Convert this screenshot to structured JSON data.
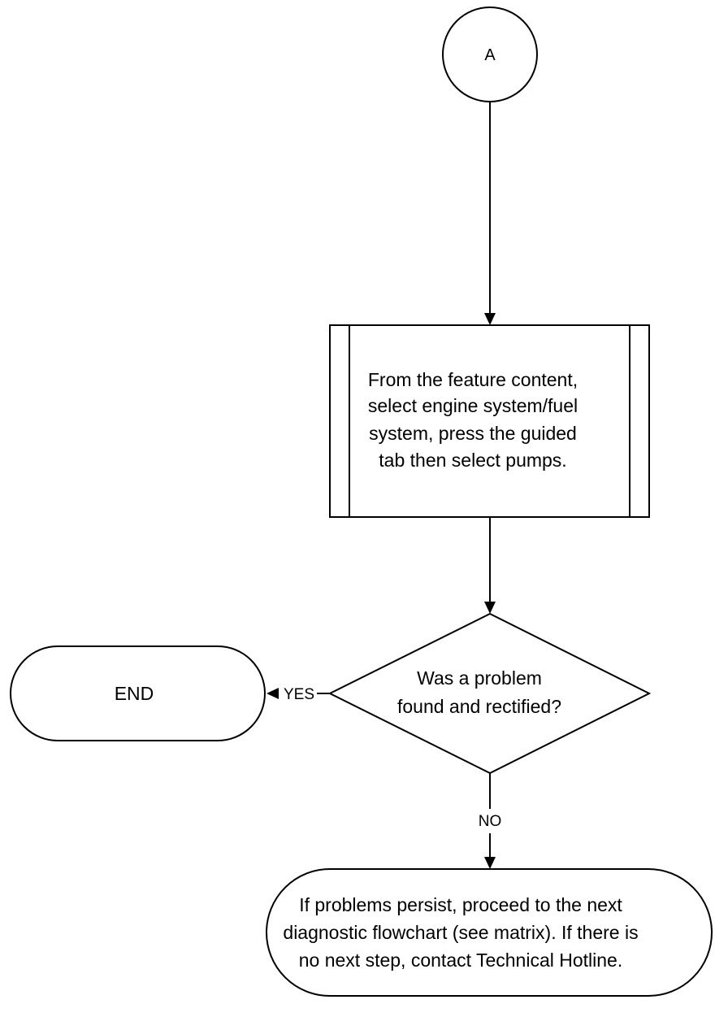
{
  "connector": {
    "label": "A"
  },
  "process": {
    "lines": [
      "From the feature content,",
      "select engine system/fuel",
      "system, press the guided",
      "tab then select pumps."
    ]
  },
  "decision": {
    "lines": [
      "Was a problem",
      "found and rectified?"
    ],
    "yes_label": "YES",
    "no_label": "NO"
  },
  "end_terminal": {
    "label": "END"
  },
  "final_terminal": {
    "lines": [
      "If problems persist, proceed to the next",
      "diagnostic flowchart (see matrix). If there is",
      "no next step, contact Technical Hotline."
    ]
  }
}
